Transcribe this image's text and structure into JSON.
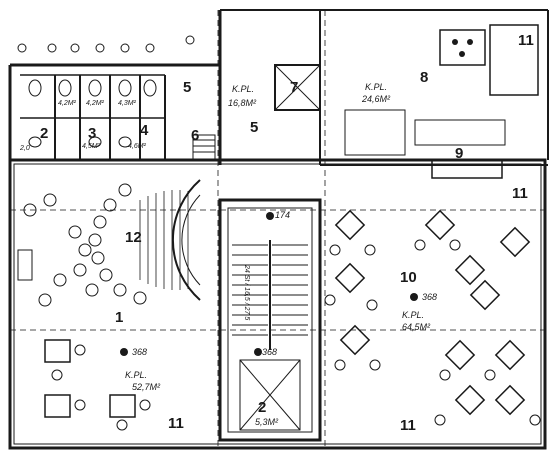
{
  "rooms": {
    "r1": "1",
    "r2": "2",
    "r3": "3",
    "r4": "4",
    "r5a": "5",
    "r5b": "5",
    "r6": "6",
    "r7": "7",
    "r8": "8",
    "r9": "9",
    "r10": "10",
    "r11a": "11",
    "r11b": "11",
    "r11c": "11",
    "r11d": "11",
    "r12": "12",
    "r2b": "2"
  },
  "areas": {
    "a1": "4,2M²",
    "a2": "4,2M²",
    "a3": "4,3M²",
    "a4": "4,5M²",
    "a5": "4,6M²",
    "a_bath": "2,0",
    "a_r5": "16,8M²",
    "a_r8": "24,6M²",
    "a_r10": "64,5M²",
    "a_r1": "52,7M²",
    "a_stair": "5,3M²"
  },
  "floor_labels": {
    "kpl1": "K.PL.",
    "kpl2": "K.PL.",
    "kpl3": "K.PL.",
    "kpl4": "K.PL."
  },
  "levels": {
    "l1": "368",
    "l2": "368",
    "l3": "368",
    "l4": "174"
  },
  "stair_text": "24 St / 16,5 / 27,5"
}
